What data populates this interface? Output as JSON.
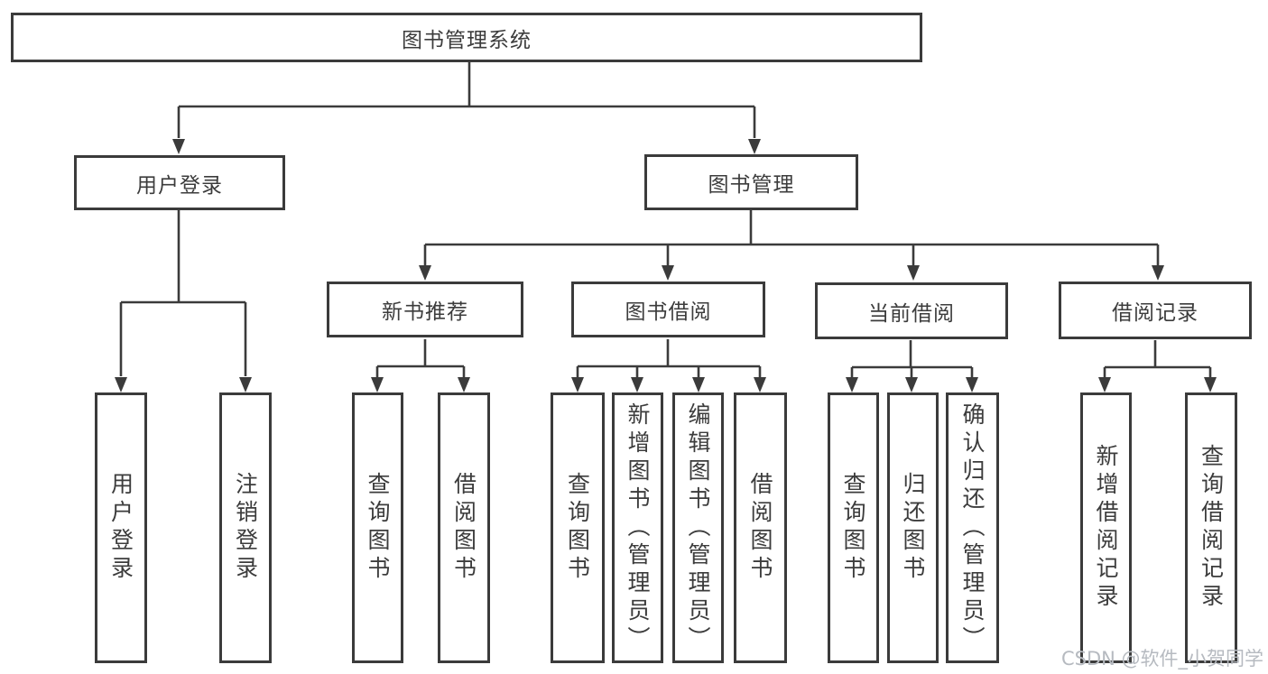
{
  "tree": {
    "label": "图书管理系统",
    "children": [
      {
        "label": "用户登录",
        "children": [
          {
            "label": "用户登录"
          },
          {
            "label": "注销登录"
          }
        ]
      },
      {
        "label": "图书管理",
        "children": [
          {
            "label": "新书推荐",
            "children": [
              {
                "label": "查询图书"
              },
              {
                "label": "借阅图书"
              }
            ]
          },
          {
            "label": "图书借阅",
            "children": [
              {
                "label": "查询图书"
              },
              {
                "label": "新增图书（管理员）"
              },
              {
                "label": "编辑图书（管理员）"
              },
              {
                "label": "借阅图书"
              }
            ]
          },
          {
            "label": "当前借阅",
            "children": [
              {
                "label": "查询图书"
              },
              {
                "label": "归还图书"
              },
              {
                "label": "确认归还（管理员）"
              }
            ]
          },
          {
            "label": "借阅记录",
            "children": [
              {
                "label": "新增借阅记录"
              },
              {
                "label": "查询借阅记录"
              }
            ]
          }
        ]
      }
    ]
  },
  "watermark": {
    "text": "CSDN @软件_小贺同学"
  },
  "colors": {
    "line": "#3b3b3b",
    "box_border": "#3b3b3b",
    "text": "#3c3c3c",
    "watermark": "#b6bac0",
    "background": "#ffffff"
  }
}
